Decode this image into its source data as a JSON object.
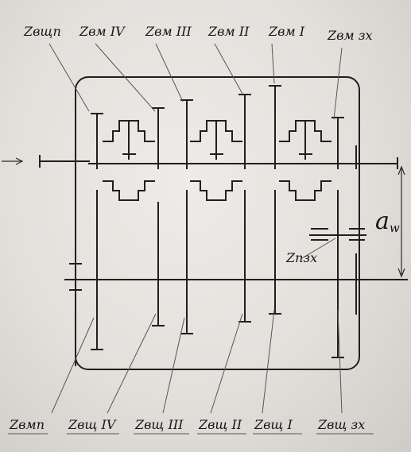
{
  "labels": {
    "top": {
      "input_constant": "Zвщп",
      "driven_4": "Zвм IV",
      "driven_3": "Zвм III",
      "driven_2": "Zвм II",
      "driven_1": "Zвм I",
      "driven_reverse": "Zвм зх"
    },
    "bottom": {
      "counter_constant": "Zвмп",
      "counter_4": "Zвщ IV",
      "counter_3": "Zвщ III",
      "counter_2": "Zвщ II",
      "counter_1": "Zвщ I",
      "counter_reverse": "Zвщ зх"
    },
    "idler": "Zпзх",
    "center_distance": "a",
    "center_distance_sub": "w"
  }
}
